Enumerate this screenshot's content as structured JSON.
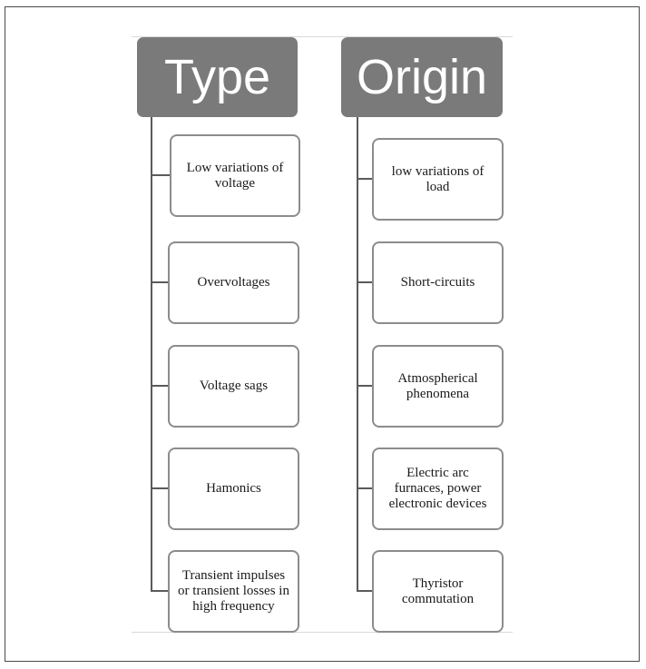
{
  "columns": [
    {
      "title": "Type",
      "items": [
        "Low variations of voltage",
        "Overvoltages",
        "Voltage sags",
        "Hamonics",
        "Transient impulses or transient losses in high frequency"
      ]
    },
    {
      "title": "Origin",
      "items": [
        "low variations of load",
        "Short-circuits",
        "Atmospherical phenomena",
        "Electric arc furnaces, power electronic devices",
        "Thyristor commutation"
      ]
    }
  ],
  "colors": {
    "header_fill": "#7a7a7a",
    "header_text": "#ffffff",
    "box_border": "#8c8c8c",
    "connector": "#5a5a5a"
  }
}
